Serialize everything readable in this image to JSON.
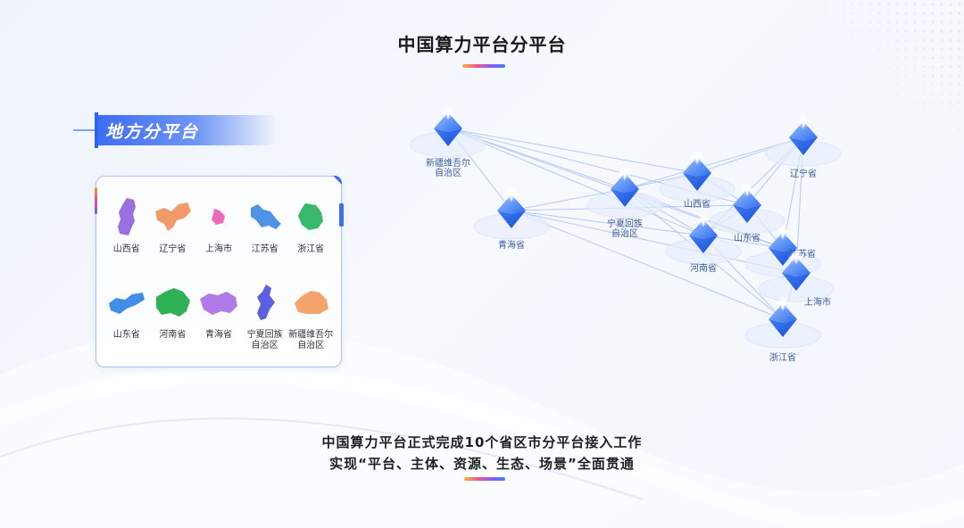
{
  "page": {
    "title": "中国算力平台分平台",
    "accent_gradient": [
      "#f5b342",
      "#ee5a8a",
      "#8b5cf6",
      "#3b82f6"
    ]
  },
  "section": {
    "label": "地方分平台",
    "color": "#3d6df2"
  },
  "provinces": [
    {
      "name": "山西省",
      "color": "#9b6fe0"
    },
    {
      "name": "辽宁省",
      "color": "#f39a6b"
    },
    {
      "name": "上海市",
      "color": "#e96ab8"
    },
    {
      "name": "江苏省",
      "color": "#4f93e6"
    },
    {
      "name": "浙江省",
      "color": "#37b86a"
    },
    {
      "name": "山东省",
      "color": "#3f8fe8"
    },
    {
      "name": "河南省",
      "color": "#2fb256"
    },
    {
      "name": "青海省",
      "color": "#b07be6"
    },
    {
      "name": "宁夏回族\n自治区",
      "color": "#5b5fe0"
    },
    {
      "name": "新疆维吾尔\n自治区",
      "color": "#f4a36a"
    }
  ],
  "network": {
    "node_color": "#3b82f6",
    "nodes": [
      {
        "id": "xinjiang",
        "label": "新疆维吾尔\n自治区"
      },
      {
        "id": "qinghai",
        "label": "青海省"
      },
      {
        "id": "ningxia",
        "label": "宁夏回族\n自治区"
      },
      {
        "id": "shanxi",
        "label": "山西省"
      },
      {
        "id": "henan",
        "label": "河南省"
      },
      {
        "id": "shandong",
        "label": "山东省"
      },
      {
        "id": "liaoning",
        "label": "辽宁省"
      },
      {
        "id": "jiangsu",
        "label": "江苏省"
      },
      {
        "id": "shanghai",
        "label": "上海市"
      },
      {
        "id": "zhejiang",
        "label": "浙江省"
      }
    ]
  },
  "summary": {
    "line1": "中国算力平台正式完成10个省区市分平台接入工作",
    "line2": "实现“平台、主体、资源、生态、场景”全面贯通"
  }
}
